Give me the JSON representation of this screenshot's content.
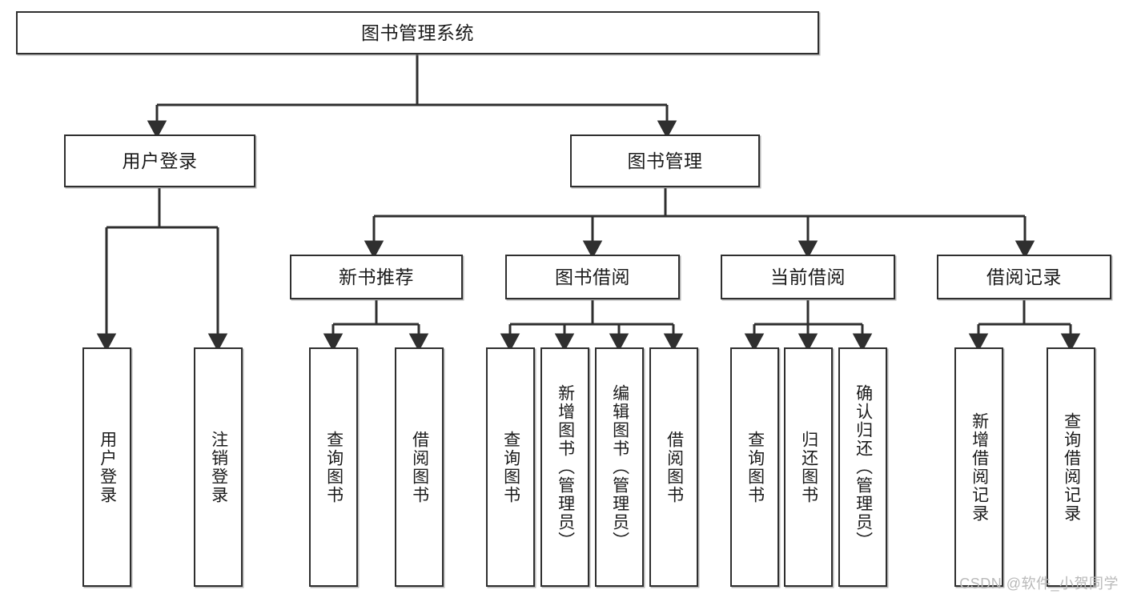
{
  "diagram": {
    "title": "图书管理系统",
    "type": "tree-hierarchy-diagram",
    "colors": {
      "box_border": "#2f2f2f",
      "box_fill": "#ffffff",
      "connector": "#2f2f2f",
      "watermark": "#b9b9b9",
      "background": "#ffffff"
    },
    "root": {
      "label": "图书管理系统"
    },
    "level2": [
      {
        "label": "用户登录"
      },
      {
        "label": "图书管理"
      }
    ],
    "level3": [
      {
        "label": "新书推荐"
      },
      {
        "label": "图书借阅"
      },
      {
        "label": "当前借阅"
      },
      {
        "label": "借阅记录"
      }
    ],
    "leaves": [
      {
        "label": "用户登录"
      },
      {
        "label": "注销登录"
      },
      {
        "label": "查询图书"
      },
      {
        "label": "借阅图书"
      },
      {
        "label": "查询图书"
      },
      {
        "label": "新增图书（管理员）"
      },
      {
        "label": "编辑图书（管理员）"
      },
      {
        "label": "借阅图书"
      },
      {
        "label": "查询图书"
      },
      {
        "label": "归还图书"
      },
      {
        "label": "确认归还（管理员）"
      },
      {
        "label": "新增借阅记录"
      },
      {
        "label": "查询借阅记录"
      }
    ]
  },
  "watermark": {
    "text": "CSDN @软件_小贺同学"
  }
}
